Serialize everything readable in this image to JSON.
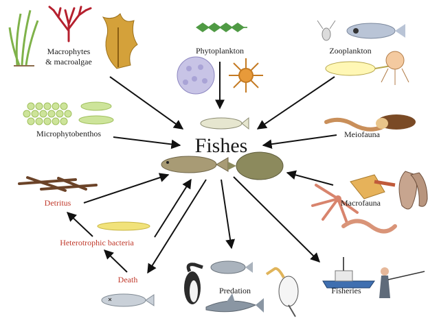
{
  "center": {
    "label": "Fishes"
  },
  "labels": {
    "macrophytes_line1": "Macrophytes",
    "macrophytes_line2": "& macroalgae",
    "phytoplankton": "Phytoplankton",
    "zooplankton": "Zooplankton",
    "microphytobenthos": "Microphytobenthos",
    "meiofauna": "Meiofauna",
    "macrofauna": "Macrofauna",
    "detritus": "Detritus",
    "heterotrophic_bacteria": "Heterotrophic bacteria",
    "death": "Death",
    "predation": "Predation",
    "fisheries": "Fisheries"
  },
  "colors": {
    "text": "#1a1a1a",
    "red_label": "#c0392b",
    "arrow": "#111111"
  }
}
